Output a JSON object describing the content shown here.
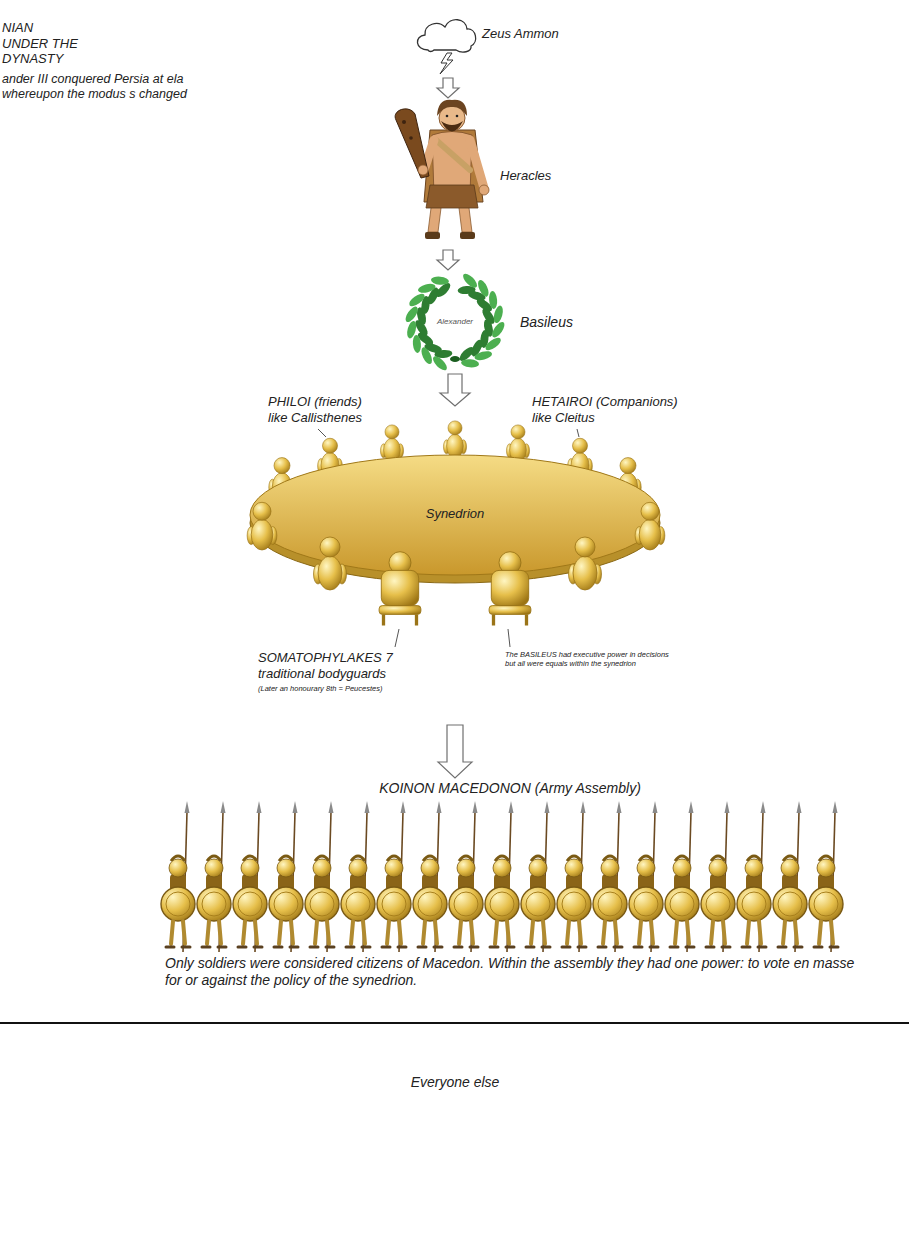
{
  "diagram": {
    "title": "NIAN UNDER THE DYNASTY",
    "nodes": [
      {
        "text": [
          "Zeus Ammon"
        ]
      },
      {
        "text": [
          "Heracles"
        ]
      },
      {
        "text": [
          "Alexander",
          "Basileus"
        ]
      },
      {
        "text": [
          "Synedrion"
        ]
      },
      {
        "text": [
          "KOINON MACEDONON (Army Assembly)",
          "Only soldiers were considered citizens of Macedon. Within the assembly they had one power: to vote en masse for or against the policy of the synedrion."
        ]
      }
    ],
    "edges": [
      {
        "from": 0,
        "to": 1,
        "arrow": "to"
      },
      {
        "from": 1,
        "to": 2,
        "arrow": "to"
      },
      {
        "from": 2,
        "to": 3,
        "arrow": "to"
      },
      {
        "from": 3,
        "to": 4,
        "arrow": "to"
      }
    ],
    "labels": [
      "ander III conquered Persia at ela whereupon the modus s changed",
      "PHILOI (friends) like Callisthenes",
      "HETAIROI (Companions) like Cleitus",
      "SOMATOPHYLAKES 7 traditional bodyguards",
      "(Later an honourary 8th = Peucestes)",
      "The BASILEUS had executive power in decisions but all were equals within the synedrion",
      "Everyone else"
    ]
  }
}
